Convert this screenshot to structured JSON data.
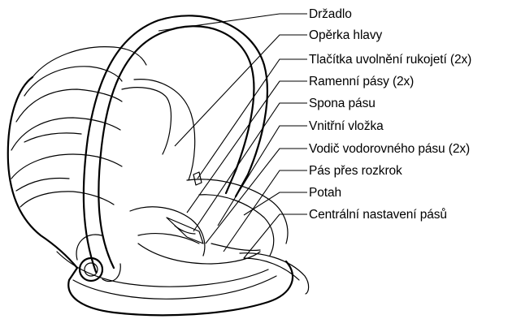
{
  "labels": [
    "Držadlo",
    "Opěrka hlavy",
    "Tlačítka uvolnění rukojetí (2x)",
    "Ramenní pásy (2x)",
    "Spona pásu",
    "Vnitřní vložka",
    "Vodič vodorovného pásu (2x)",
    "Pás přes rozkrok",
    "Potah",
    "Centrální nastavení pásů"
  ]
}
